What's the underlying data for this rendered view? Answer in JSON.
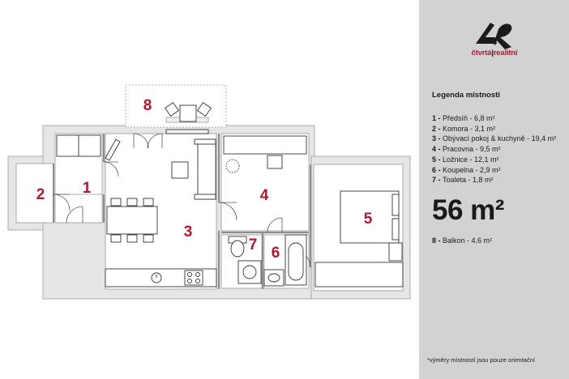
{
  "brand": {
    "logo_mark": "4R",
    "logo_word_left": "čtvrtá",
    "logo_word_right": "realitní",
    "accent_color": "#c8102e",
    "text_color": "#1a1a1a",
    "sidebar_bg": "#d2d2d2"
  },
  "legend": {
    "title": "Legenda místností",
    "rooms": [
      {
        "num": "1",
        "text": "Předsíň - 6,8 m²"
      },
      {
        "num": "2",
        "text": "Komora - 3,1 m²"
      },
      {
        "num": "3",
        "text": "Obývací pokoj & kuchyně - 19,4 m²"
      },
      {
        "num": "4",
        "text": "Pracovna - 9,5 m²"
      },
      {
        "num": "5",
        "text": "Ložnice - 12,1 m²"
      },
      {
        "num": "6",
        "text": "Koupelna - 2,9 m²"
      },
      {
        "num": "7",
        "text": "Toaleta - 1,8 m²"
      }
    ],
    "total_area": "56 m²",
    "balcony": {
      "num": "8",
      "text": "Balkon - 4,6 m²"
    }
  },
  "footnote": "*výměry místností jsou pouze orientační",
  "plan": {
    "room_labels": [
      "1",
      "2",
      "3",
      "4",
      "5",
      "6",
      "7",
      "8"
    ]
  }
}
